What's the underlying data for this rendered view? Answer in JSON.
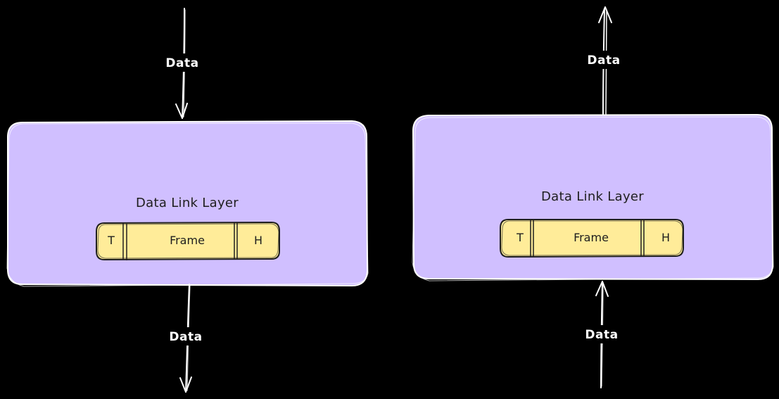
{
  "colors": {
    "background": "#000000",
    "layer_fill": "#d0bfff",
    "layer_stroke": "#ffffff",
    "frame_fill": "#ffec99",
    "frame_stroke": "#1e1e1e",
    "arrow": "#ffffff",
    "text_dark": "#1e1e1e",
    "text_light": "#ffffff"
  },
  "left_panel": {
    "layer_label": "Data Link Layer",
    "frame": {
      "trailer": "T",
      "body": "Frame",
      "header": "H"
    },
    "top_arrow_label": "Data",
    "bottom_arrow_label": "Data"
  },
  "right_panel": {
    "layer_label": "Data Link Layer",
    "frame": {
      "trailer": "T",
      "body": "Frame",
      "header": "H"
    },
    "top_arrow_label": "Data",
    "bottom_arrow_label": "Data"
  }
}
